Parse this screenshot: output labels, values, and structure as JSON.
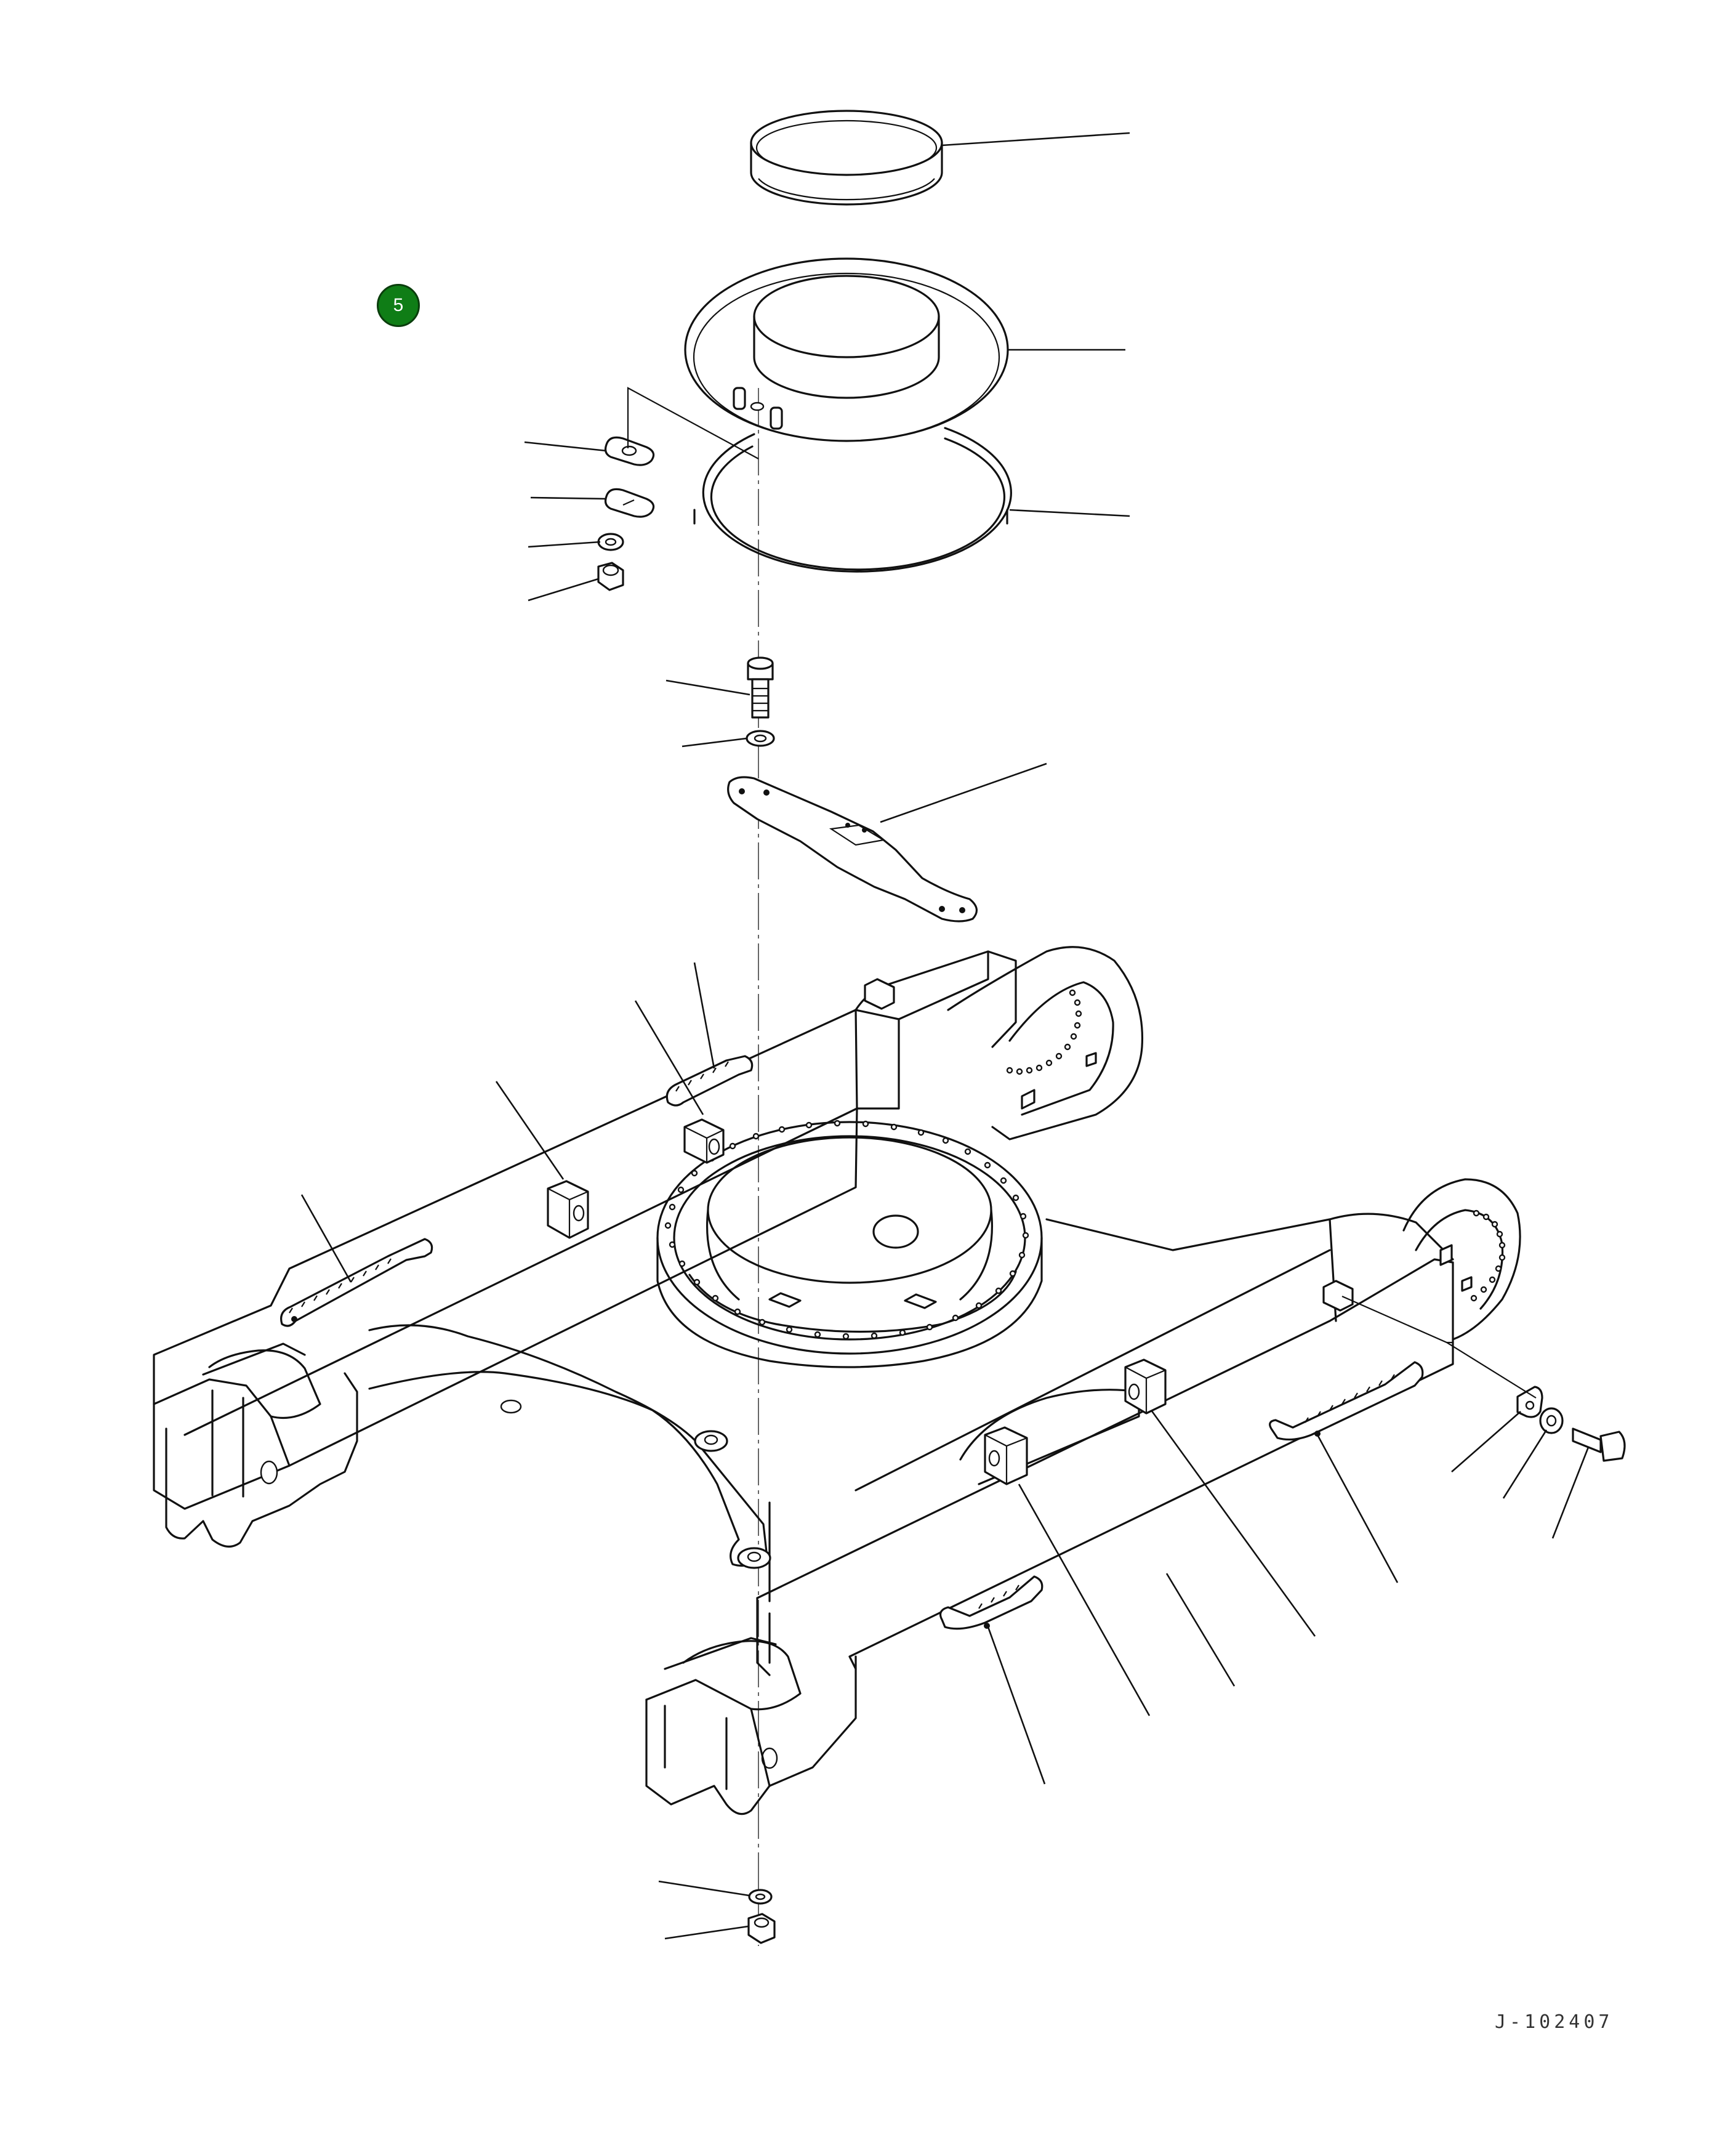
{
  "callout": {
    "number": "5",
    "color": "#0f7d16"
  },
  "drawing_number": "J-102407",
  "colors": {
    "line": "#111111",
    "background": "#ffffff"
  },
  "parts": [
    {
      "name": "seal-ring-upper"
    },
    {
      "name": "swing-circle-ring"
    },
    {
      "name": "o-ring-lower"
    },
    {
      "name": "plate-a"
    },
    {
      "name": "plate-b"
    },
    {
      "name": "washer"
    },
    {
      "name": "nut"
    },
    {
      "name": "bolt"
    },
    {
      "name": "washer"
    },
    {
      "name": "cover-bracket"
    },
    {
      "name": "track-frame"
    },
    {
      "name": "guard-brackets"
    },
    {
      "name": "track-guides"
    }
  ]
}
